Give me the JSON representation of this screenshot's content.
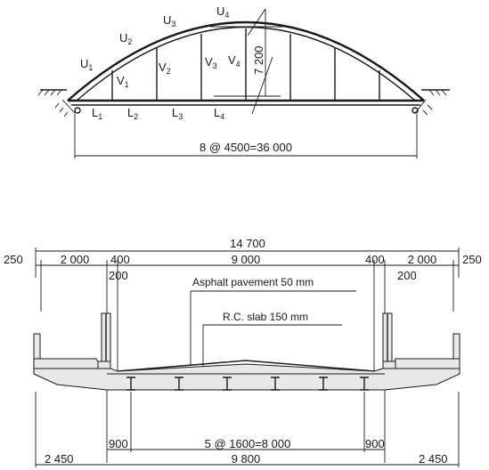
{
  "elevation": {
    "labels": {
      "U1": {
        "main": "U",
        "sub": "1"
      },
      "U2": {
        "main": "U",
        "sub": "2"
      },
      "U3": {
        "main": "U",
        "sub": "3"
      },
      "U4": {
        "main": "U",
        "sub": "4"
      },
      "V1": {
        "main": "V",
        "sub": "1"
      },
      "V2": {
        "main": "V",
        "sub": "2"
      },
      "V3": {
        "main": "V",
        "sub": "3"
      },
      "V4": {
        "main": "V",
        "sub": "4"
      },
      "L1": {
        "main": "L",
        "sub": "1"
      },
      "L2": {
        "main": "L",
        "sub": "2"
      },
      "L3": {
        "main": "L",
        "sub": "3"
      },
      "L4": {
        "main": "L",
        "sub": "4"
      }
    },
    "rise": "7 200",
    "span_dimension": "8 @ 4500=36 000"
  },
  "section": {
    "total_width": "14 700",
    "top_dims": {
      "left_edge": "250",
      "left_walkway": "2 000",
      "left_curb": "400",
      "roadway": "9 000",
      "right_curb": "400",
      "right_walkway": "2 000",
      "right_edge": "250",
      "left_inner": "200",
      "right_inner": "200"
    },
    "notes": {
      "asphalt": "Asphalt pavement 50 mm",
      "slab": "R.C. slab 150 mm"
    },
    "bottom_dims": {
      "left_offset": "900",
      "stringers": "5 @ 1600=8 000",
      "right_offset": "900",
      "left_overhang": "2 450",
      "center": "9 800",
      "right_overhang": "2 450"
    }
  }
}
